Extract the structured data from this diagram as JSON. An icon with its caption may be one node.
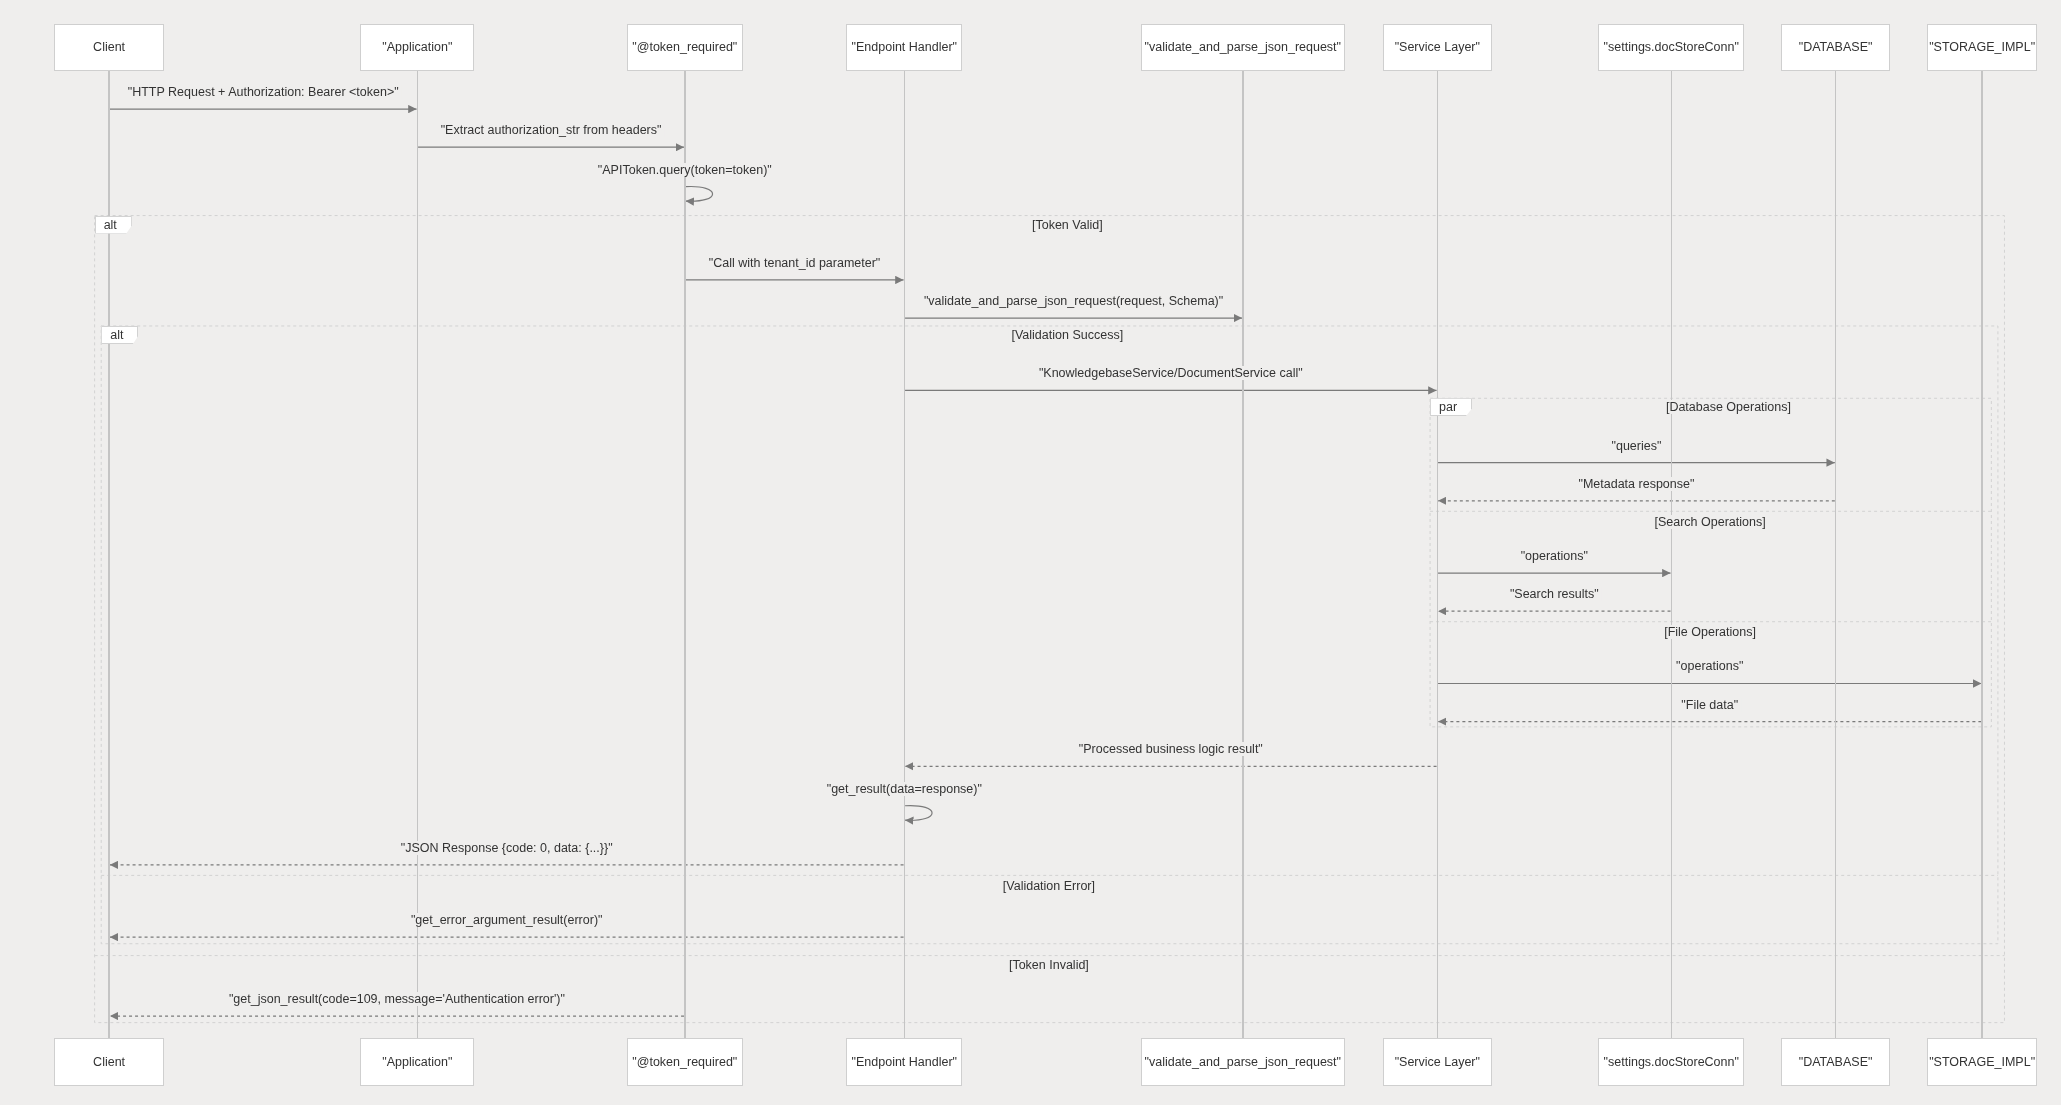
{
  "diagram": {
    "nodes": [
      {
        "text": [
          "Client"
        ]
      },
      {
        "text": [
          "\"Application\""
        ]
      },
      {
        "text": [
          "\"@token_required\""
        ]
      },
      {
        "text": [
          "\"Endpoint Handler\""
        ]
      },
      {
        "text": [
          "\"validate_and_parse_json_request\""
        ]
      },
      {
        "text": [
          "\"Service Layer\""
        ]
      },
      {
        "text": [
          "\"settings.docStoreConn\""
        ]
      },
      {
        "text": [
          "\"DATABASE\""
        ]
      },
      {
        "text": [
          "\"STORAGE_IMPL\""
        ]
      },
      {
        "text": [
          "Client"
        ]
      },
      {
        "text": [
          "\"Application\""
        ]
      },
      {
        "text": [
          "\"@token_required\""
        ]
      },
      {
        "text": [
          "\"Endpoint Handler\""
        ]
      },
      {
        "text": [
          "\"validate_and_parse_json_request\""
        ]
      },
      {
        "text": [
          "\"Service Layer\""
        ]
      },
      {
        "text": [
          "\"settings.docStoreConn\""
        ]
      },
      {
        "text": [
          "\"DATABASE\""
        ]
      },
      {
        "text": [
          "\"STORAGE_IMPL\""
        ]
      },
      {
        "text": [],
        "shape": "line"
      },
      {
        "text": [],
        "shape": "line"
      },
      {
        "text": [],
        "shape": "line"
      },
      {
        "text": [],
        "shape": "line"
      },
      {
        "text": [],
        "shape": "line"
      },
      {
        "text": [],
        "shape": "line"
      },
      {
        "text": [],
        "shape": "line"
      },
      {
        "text": [],
        "shape": "line"
      },
      {
        "text": [],
        "shape": "line"
      }
    ],
    "edges": [
      {
        "from": 18,
        "to": 19,
        "arrow": "to",
        "label": "\"HTTP Request + Authorization: Bearer <token>\""
      },
      {
        "from": 19,
        "to": 20,
        "arrow": "to",
        "label": "\"Extract authorization_str from headers\""
      },
      {
        "from": 20,
        "to": 20,
        "arrow": "to",
        "label": "\"APIToken.query(token=token)\""
      },
      {
        "from": 20,
        "to": 21,
        "arrow": "to",
        "label": "\"Call with tenant_id parameter\""
      },
      {
        "from": 21,
        "to": 22,
        "arrow": "to",
        "label": "\"validate_and_parse_json_request(request, Schema)\""
      },
      {
        "from": 21,
        "to": 23,
        "arrow": "to",
        "label": "\"KnowledgebaseService/DocumentService call\""
      },
      {
        "from": 23,
        "to": 25,
        "arrow": "to",
        "label": "\"queries\""
      },
      {
        "from": 25,
        "to": 23,
        "arrow": "to",
        "style": "dashed",
        "label": "\"Metadata response\""
      },
      {
        "from": 23,
        "to": 24,
        "arrow": "to",
        "label": "\"operations\""
      },
      {
        "from": 24,
        "to": 23,
        "arrow": "to",
        "style": "dashed",
        "label": "\"Search results\""
      },
      {
        "from": 23,
        "to": 26,
        "arrow": "to",
        "label": "\"operations\""
      },
      {
        "from": 26,
        "to": 23,
        "arrow": "to",
        "style": "dashed",
        "label": "\"File data\""
      },
      {
        "from": 23,
        "to": 21,
        "arrow": "to",
        "style": "dashed",
        "label": "\"Processed business logic result\""
      },
      {
        "from": 21,
        "to": 21,
        "arrow": "to",
        "label": "\"get_result(data=response)\""
      },
      {
        "from": 21,
        "to": 18,
        "arrow": "to",
        "style": "dashed",
        "label": "\"JSON Response {code: 0, data: {...}}\""
      },
      {
        "from": 21,
        "to": 18,
        "arrow": "to",
        "style": "dashed",
        "label": "\"get_error_argument_result(error)\""
      },
      {
        "from": 20,
        "to": 18,
        "arrow": "to",
        "style": "dashed",
        "label": "\"get_json_result(code=109, message='Authentication error')\""
      }
    ],
    "labels": [
      "alt",
      "[Token Valid]",
      "alt",
      "[Validation Success]",
      "par",
      "[Database Operations]",
      "[Search Operations]",
      "[File Operations]",
      "[Validation Error]",
      "[Token Invalid]"
    ]
  }
}
